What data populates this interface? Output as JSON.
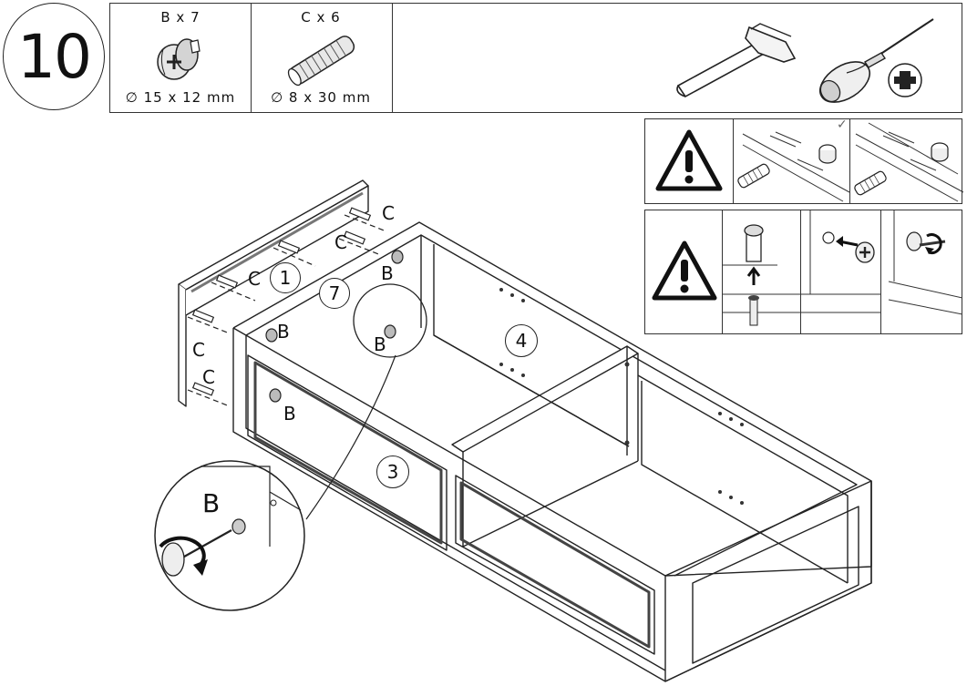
{
  "step": {
    "number": "10"
  },
  "parts": [
    {
      "label": "B x 7",
      "size": "∅ 15 x 12 mm",
      "icon": "cam-lock-icon"
    },
    {
      "label": "C x 6",
      "size": "∅ 8 x 30 mm",
      "icon": "wooden-dowel-icon"
    }
  ],
  "tools": [
    {
      "icon": "hammer-icon"
    },
    {
      "icon": "phillips-screwdriver-icon"
    }
  ],
  "callouts": {
    "c": "C",
    "b": "B",
    "panel_1": "1",
    "panel_3": "3",
    "panel_4": "4",
    "panel_7": "7",
    "zoom_b": "B"
  },
  "warnings": [
    {
      "icon": "warning-triangle-icon",
      "check": "✓"
    },
    {
      "icon": "warning-triangle-icon"
    }
  ]
}
